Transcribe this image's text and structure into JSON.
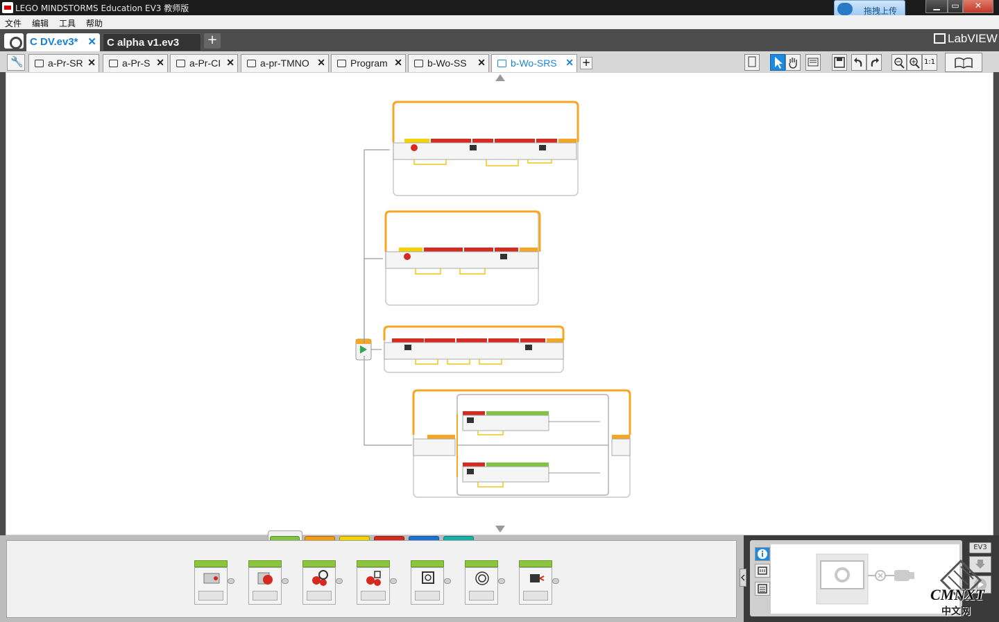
{
  "window": {
    "title": "LEGO MINDSTORMS Education EV3 教师版",
    "upload_button": "拖拽上传",
    "min": "▁",
    "max": "▭",
    "close": "✕"
  },
  "menu": [
    "文件",
    "编辑",
    "工具",
    "帮助"
  ],
  "project_tabs": [
    {
      "label": "C DV.ev3*",
      "active": true
    },
    {
      "label": "C alpha v1.ev3",
      "active": false
    }
  ],
  "project_add": "+",
  "brand": "LabVIEW",
  "program_tabs": [
    {
      "label": "a-Pr-SR"
    },
    {
      "label": "a-Pr-S"
    },
    {
      "label": "a-Pr-CI"
    },
    {
      "label": "a-pr-TMNO"
    },
    {
      "label": "Program"
    },
    {
      "label": "b-Wo-SS"
    },
    {
      "label": "b-Wo-SRS",
      "active": true
    }
  ],
  "program_add": "+",
  "zoom_reset": "1:1",
  "hardware": {
    "brick_label": "EV3"
  },
  "colors": {
    "action": "#82c341",
    "flow": "#f39c12",
    "sensor": "#f3d300",
    "data": "#d42a1f",
    "advanced": "#1b73d3",
    "myblocks": "#14b3a5"
  },
  "watermark": {
    "line1": "CMNXT",
    "line2": "中文网"
  }
}
